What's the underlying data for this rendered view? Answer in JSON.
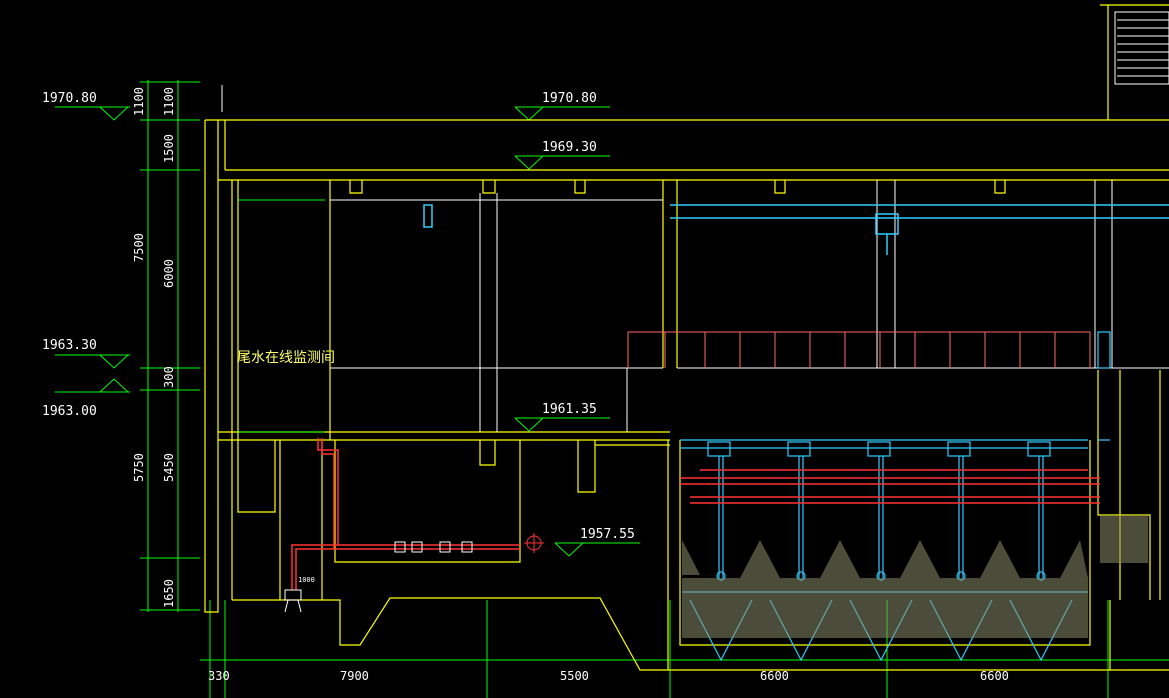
{
  "drawing": {
    "room_label": "尾水在线监测间",
    "elevations": {
      "left_top": "1970.80",
      "mid_top": "1970.80",
      "roof": "1969.30",
      "left_mid_upper": "1963.30",
      "left_mid_lower": "1963.00",
      "floor": "1961.35",
      "pipe": "1957.55"
    },
    "dims_vertical_outer": [
      "1100",
      "7500",
      "5750"
    ],
    "dims_vertical_inner": [
      "1100",
      "1500",
      "6000",
      "300",
      "5450",
      "1650"
    ],
    "dims_horizontal": [
      "330",
      "7900",
      "5500",
      "6600",
      "6600"
    ],
    "pipe_dim": "1000",
    "colors": {
      "background": "#000000",
      "structure": "#ffff00",
      "pipe": "#ff3333",
      "equipment": "#00ccff",
      "dimension": "#00ff00",
      "text": "#ffffff"
    }
  }
}
